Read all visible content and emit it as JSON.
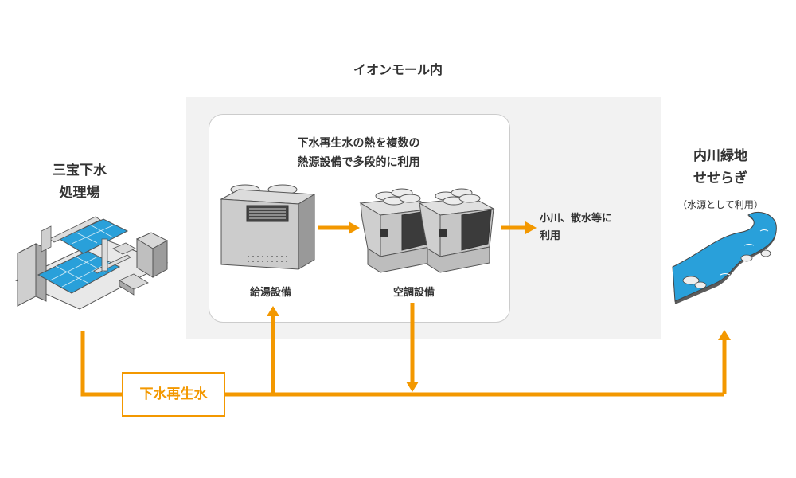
{
  "mall": {
    "title": "イオンモール内"
  },
  "center_text": {
    "line1": "下水再生水の熱を複数の",
    "line2": "熱源設備で多段的に利用"
  },
  "sanpo": {
    "line1": "三宝下水",
    "line2": "処理場"
  },
  "uchikawa": {
    "line1": "内川緑地",
    "line2": "せせらぎ",
    "sub": "（水源として利用）"
  },
  "equipment": {
    "kyuto": "給湯設備",
    "kucho": "空調設備"
  },
  "river_use": {
    "line1": "小川、散水等に",
    "line2": "利用"
  },
  "recycled_water": "下水再生水",
  "colors": {
    "flow": "#f39800",
    "water": "#29a0da",
    "mall_bg": "#f2f2f2"
  }
}
